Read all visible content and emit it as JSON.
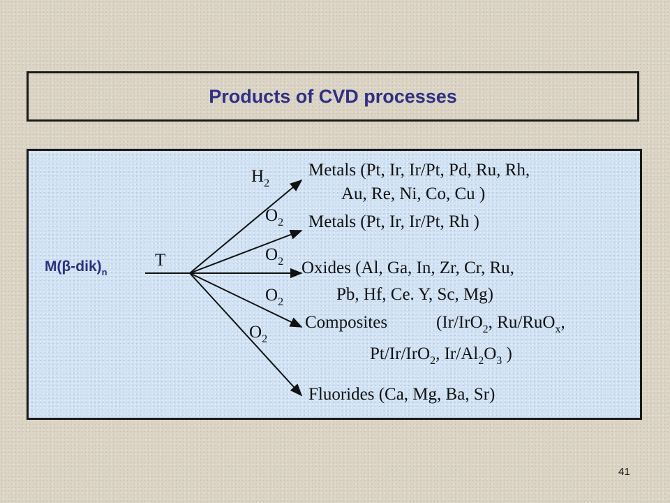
{
  "title": "Products of CVD processes",
  "reactant": {
    "main": "M(β-dik)",
    "subscript": "n"
  },
  "condition": "T",
  "reagents": [
    {
      "base": "H",
      "sub": "2"
    },
    {
      "base": "O",
      "sub": "2"
    },
    {
      "base": "O",
      "sub": "2"
    },
    {
      "base": "O",
      "sub": "2"
    },
    {
      "base": "O",
      "sub": "2"
    }
  ],
  "products": {
    "metals_h2_line1": "Metals (Pt, Ir, Ir/Pt, Pd, Ru, Rh,",
    "metals_h2_line2": "Au, Re, Ni, Co, Cu )",
    "metals_o2": "Metals (Pt, Ir, Ir/Pt, Rh )",
    "oxides_line1": "Oxides (Al, Ga, In, Zr, Cr, Ru,",
    "oxides_line2": "Pb, Hf, Ce. Y, Sc, Mg)",
    "composites_label": "Composites",
    "composites_line1": [
      "(Ir/IrO",
      "2",
      ", Ru/RuO",
      "x",
      ","
    ],
    "composites_line2": [
      "Pt/Ir/IrO",
      "2",
      ", Ir/Al",
      "2",
      "O",
      "3",
      " )"
    ],
    "fluorides": "Fluorides (Ca, Mg, Ba, Sr)"
  },
  "page_number": "41",
  "colors": {
    "title": "#2e2f86",
    "panel": "#cfe1f3",
    "border": "#1a1a1a"
  }
}
